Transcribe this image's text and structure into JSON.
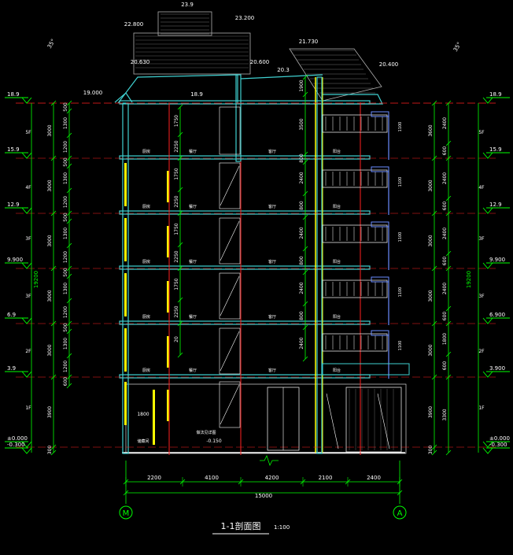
{
  "drawing": {
    "title": "1-1剖面图",
    "scale": "1:100",
    "axis_left": "M",
    "axis_right": "A",
    "colors": {
      "background": "#000000",
      "dim": "#00ff00",
      "structure": "#3fd0d0",
      "axis": "#ff2020",
      "wall": "#ffffff",
      "yellow": "#ffff00",
      "blue": "#6a8cff",
      "roof": "#b0b0b0"
    }
  },
  "elevations": {
    "left": [
      {
        "label": "18.9",
        "y": 18.9
      },
      {
        "label": "15.9",
        "y": 15.9
      },
      {
        "label": "12.9",
        "y": 12.9
      },
      {
        "label": "9.900",
        "y": 9.9
      },
      {
        "label": "6.9",
        "y": 6.9
      },
      {
        "label": "3.9",
        "y": 3.9
      },
      {
        "label": "±0.000",
        "y": 0
      },
      {
        "label": "-0.300",
        "y": -0.3
      }
    ],
    "right": [
      {
        "label": "18.9",
        "y": 18.9
      },
      {
        "label": "15.9",
        "y": 15.9
      },
      {
        "label": "12.9",
        "y": 12.9
      },
      {
        "label": "9.900",
        "y": 9.9
      },
      {
        "label": "6.900",
        "y": 6.9
      },
      {
        "label": "3.900",
        "y": 3.9
      },
      {
        "label": "±0.000",
        "y": 0
      },
      {
        "label": "-0.300",
        "y": -0.3
      }
    ],
    "top": [
      {
        "label": "23.9"
      },
      {
        "label": "22.800"
      },
      {
        "label": "23.200"
      },
      {
        "label": "21.730"
      },
      {
        "label": "20.630"
      },
      {
        "label": "20.600"
      },
      {
        "label": "20.3"
      },
      {
        "label": "20.400"
      },
      {
        "label": "19.000"
      },
      {
        "label": "18.9"
      }
    ],
    "below_ground": "-0.150",
    "slope_left": "35°",
    "slope_right": "35°"
  },
  "floor_labels": [
    "5F",
    "4F",
    "3F",
    "3F",
    "2F",
    "1F"
  ],
  "total_height": "19200",
  "left_dims": {
    "outer": [
      "3000",
      "3000",
      "3000",
      "3000",
      "3000",
      "3900",
      "300"
    ],
    "inner": [
      "500",
      "1300",
      "1200",
      "500",
      "1300",
      "1200",
      "500",
      "1300",
      "1200",
      "500",
      "1300",
      "1200",
      "500",
      "1300",
      "1200",
      "600"
    ]
  },
  "right_dims": {
    "outer": [
      "3600",
      "3000",
      "3000",
      "3000",
      "3000",
      "3900",
      "300"
    ],
    "inner": [
      "2400",
      "600",
      "2400",
      "600",
      "2400",
      "600",
      "2400",
      "600",
      "1800",
      "600",
      "3300"
    ]
  },
  "bottom_dims": {
    "segments": [
      "2200",
      "4100",
      "4200",
      "2100",
      "2400"
    ],
    "total": "15000"
  },
  "rooms": [
    {
      "label": "厨房",
      "floor": 5
    },
    {
      "label": "餐厅",
      "floor": 5
    },
    {
      "label": "客厅",
      "floor": 5
    },
    {
      "label": "阳台",
      "floor": 5
    },
    {
      "label": "厨房",
      "floor": 4
    },
    {
      "label": "餐厅",
      "floor": 4
    },
    {
      "label": "客厅",
      "floor": 4
    },
    {
      "label": "阳台",
      "floor": 4
    },
    {
      "label": "厨房",
      "floor": 3
    },
    {
      "label": "餐厅",
      "floor": 3
    },
    {
      "label": "客厅",
      "floor": 3
    },
    {
      "label": "阳台",
      "floor": 3
    },
    {
      "label": "厨房",
      "floor": 2
    },
    {
      "label": "餐厅",
      "floor": 2
    },
    {
      "label": "客厅",
      "floor": 2
    },
    {
      "label": "阳台",
      "floor": 2
    },
    {
      "label": "厨房",
      "floor": 1
    },
    {
      "label": "餐厅",
      "floor": 1
    },
    {
      "label": "客厅",
      "floor": 1
    },
    {
      "label": "阳台",
      "floor": 1
    }
  ],
  "ground_floor": {
    "garage_label": "储藏间",
    "note": "做法见详图",
    "width_dim": "1800"
  },
  "inner_col_dims": {
    "left": [
      "1750",
      "2250",
      "1750",
      "2250",
      "1750",
      "2250",
      "1750",
      "2250",
      "20"
    ],
    "mid": [
      "1900",
      "3500",
      "800",
      "2400",
      "800",
      "2400",
      "800",
      "2400",
      "800",
      "2400"
    ],
    "balcony": [
      "1100",
      "1100",
      "1100",
      "1100",
      "1100"
    ]
  }
}
